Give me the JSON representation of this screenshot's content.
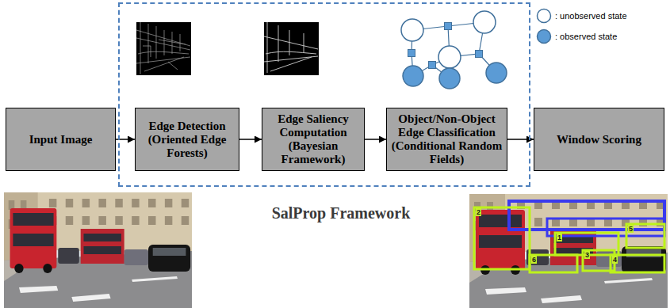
{
  "diagram": {
    "nodes": [
      {
        "text": [
          "Input Image"
        ]
      },
      {
        "text": [
          "SalProp Framework"
        ]
      },
      {
        "text": [
          "Edge Detection (Oriented Edge Forests)"
        ],
        "in": 1
      },
      {
        "text": [
          "Edge Saliency Computation (Bayesian Framework)"
        ],
        "in": 1
      },
      {
        "text": [
          "Object/Non-Object Edge Classification (Conditional Random Fields)"
        ],
        "in": 1
      },
      {
        "text": [
          "Window Scoring"
        ]
      }
    ],
    "edges": [
      {
        "from": 0,
        "to": 2,
        "arrow": "to"
      },
      {
        "from": 2,
        "to": 3,
        "arrow": "to"
      },
      {
        "from": 3,
        "to": 4,
        "arrow": "to"
      },
      {
        "from": 4,
        "to": 5,
        "arrow": "to"
      }
    ],
    "labels": [
      "2",
      "1",
      "5",
      "4",
      "6",
      "3"
    ],
    "legend": [
      {
        "text": ": unobserved state"
      },
      {
        "text": ": observed state",
        "color": "#5b9bd5"
      }
    ]
  }
}
